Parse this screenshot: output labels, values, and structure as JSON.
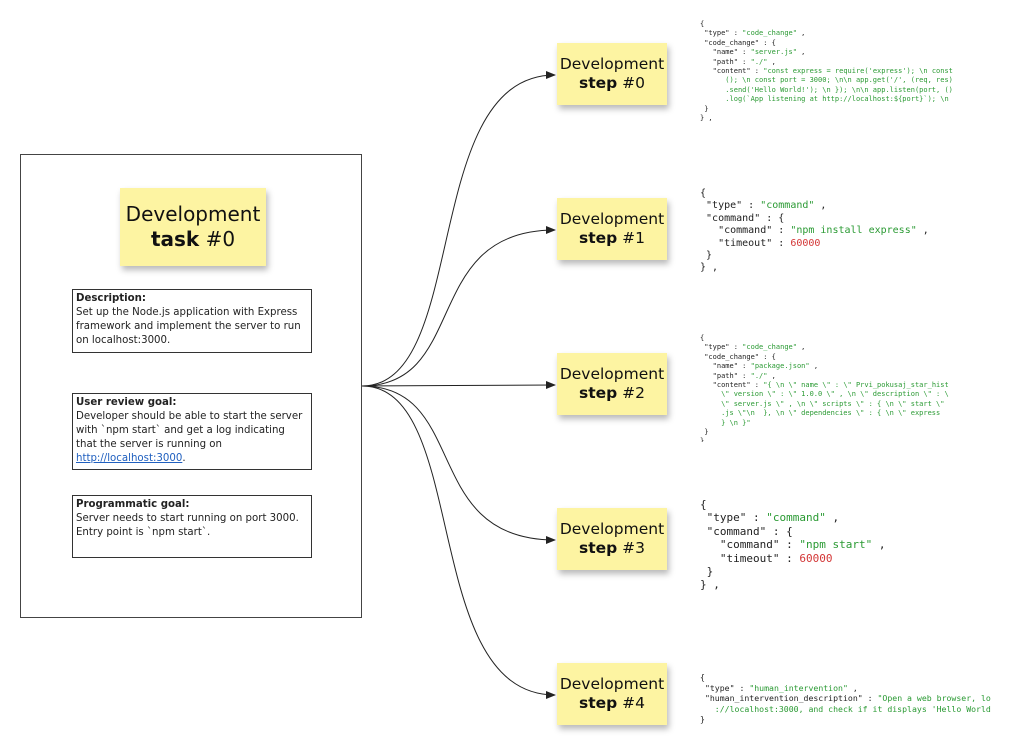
{
  "task": {
    "word": "Development",
    "kind": "task",
    "number": "#0"
  },
  "description": {
    "title": "Description:",
    "text": "Set up the Node.js application with Express framework and implement the server to run on localhost:3000."
  },
  "user_review": {
    "title": "User review goal:",
    "text_before_link": "Developer should be able to start the server with `npm start` and get a log indicating that the server is running on ",
    "link": "http://localhost:3000",
    "text_after_link": "."
  },
  "programmatic": {
    "title": "Programmatic goal:",
    "text": "Server needs to start running on port 3000. Entry point is `npm start`."
  },
  "steps": [
    {
      "word": "Development",
      "kind": "step",
      "number": "#0"
    },
    {
      "word": "Development",
      "kind": "step",
      "number": "#1"
    },
    {
      "word": "Development",
      "kind": "step",
      "number": "#2"
    },
    {
      "word": "Development",
      "kind": "step",
      "number": "#3"
    },
    {
      "word": "Development",
      "kind": "step",
      "number": "#4"
    }
  ],
  "code": {
    "step0": {
      "open": "{",
      "type_key": "\"type\"",
      "type_val": "\"code_change\"",
      "cc_key": "\"code_change\"",
      "name_key": "\"name\"",
      "name_val": "\"server.js\"",
      "path_key": "\"path\"",
      "path_val": "\"./\"",
      "content_key": "\"content\"",
      "content_l1": "\"const express = require('express'); \\n const",
      "content_l2": "(); \\n const port = 3000; \\n\\n app.get('/', (req, res)",
      "content_l3": ".send('Hello World!'); \\n }); \\n\\n app.listen(port, ()",
      "content_l4": ".log(`App listening at http://localhost:${port}`); \\n",
      "close_inner": "}",
      "close": "} ,"
    },
    "step1": {
      "open": "{",
      "type_key": "\"type\"",
      "type_val": "\"command\"",
      "cmd_key": "\"command\"",
      "inner_cmd_key": "\"command\"",
      "inner_cmd_val": "\"npm install express\"",
      "timeout_key": "\"timeout\"",
      "timeout_val": "60000",
      "close_inner": "}",
      "close": "} ,"
    },
    "step2": {
      "open": "{",
      "type_key": "\"type\"",
      "type_val": "\"code_change\"",
      "cc_key": "\"code_change\"",
      "name_key": "\"name\"",
      "name_val": "\"package.json\"",
      "path_key": "\"path\"",
      "path_val": "\"./\"",
      "content_key": "\"content\"",
      "content_l1": "\"{ \\n \\\" name \\\" : \\\" Prvi_pokusaj_star_hist",
      "content_l2": "\\\" version \\\" : \\\" 1.0.0 \\\" , \\n \\\" description \\\" : \\",
      "content_l3": "\\\" server.js \\\" , \\n \\\" scripts \\\" : { \\n \\\" start \\\"",
      "content_l4": ".js \\\"\\n  }, \\n \\\" dependencies \\\" : { \\n \\\" express",
      "content_l5": "} \\n }\"",
      "close_inner": "}",
      "close": "} ,"
    },
    "step3": {
      "open": "{",
      "type_key": "\"type\"",
      "type_val": "\"command\"",
      "cmd_key": "\"command\"",
      "inner_cmd_key": "\"command\"",
      "inner_cmd_val": "\"npm start\"",
      "timeout_key": "\"timeout\"",
      "timeout_val": "60000",
      "close_inner": "}",
      "close": "} ,"
    },
    "step4": {
      "open": "{",
      "type_key": "\"type\"",
      "type_val": "\"human_intervention\"",
      "hid_key": "\"human_intervention_description\"",
      "hid_l1": "\"Open a web browser, lo",
      "hid_l2": "://localhost:3000, and check if it displays 'Hello World",
      "close": "}"
    }
  },
  "colors": {
    "sticky": "#fdf4a2",
    "string": "#2a9a33",
    "number": "#d33636",
    "link": "#1f5fbf"
  }
}
